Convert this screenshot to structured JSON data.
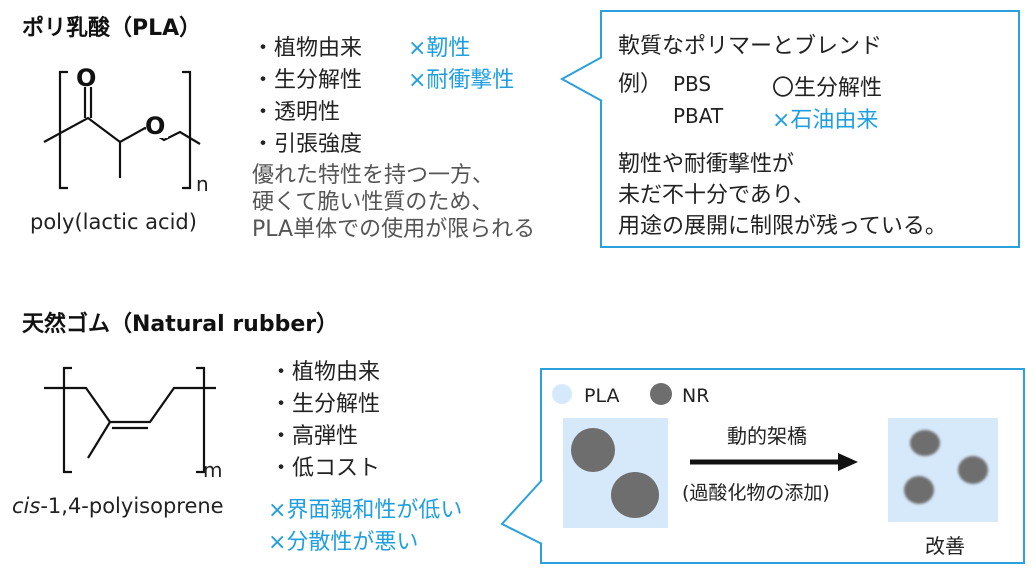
{
  "pla": {
    "title": "ポリ乳酸（PLA）",
    "structure": {
      "label_o1": "O",
      "label_o2": "O",
      "subscript": "n",
      "name": "poly(lactic acid)"
    },
    "pros": [
      "・植物由来",
      "・生分解性",
      "・透明性",
      "・引張強度"
    ],
    "cons": [
      "×靭性",
      "×耐衝撃性"
    ],
    "description": [
      "優れた特性を持つ一方、",
      "硬くて脆い性質のため、",
      "PLA単体での使用が限られる"
    ],
    "callout": {
      "title": "軟質なポリマーとブレンド",
      "example_prefix": "例）",
      "examples": [
        {
          "name": "PBS",
          "note": "〇生分解性"
        },
        {
          "name": "PBAT",
          "note": "×石油由来"
        }
      ],
      "summary": [
        "靭性や耐衝撃性が",
        "未だ不十分であり、",
        "用途の展開に制限が残っている。"
      ]
    }
  },
  "nr": {
    "title": "天然ゴム（Natural rubber）",
    "structure": {
      "subscript": "m",
      "name_italic": "cis",
      "name_rest": "-1,4-polyisoprene"
    },
    "pros": [
      "・植物由来",
      "・生分解性",
      "・高弾性",
      "・低コスト"
    ],
    "cons": [
      "×界面親和性が低い",
      "×分散性が悪い"
    ],
    "callout": {
      "legend": [
        {
          "label": "PLA",
          "color": "#d6e9fb"
        },
        {
          "label": "NR",
          "color": "#6e6e6e"
        }
      ],
      "arrow_top": "動的架橋",
      "arrow_bottom": "(過酸化物の添加)",
      "result": "改善"
    }
  },
  "colors": {
    "accent_blue": "#1f9fe0",
    "box_border": "#2aa0dc",
    "panel_bg": "#d6e9fb",
    "particle": "#6e6e6e"
  }
}
